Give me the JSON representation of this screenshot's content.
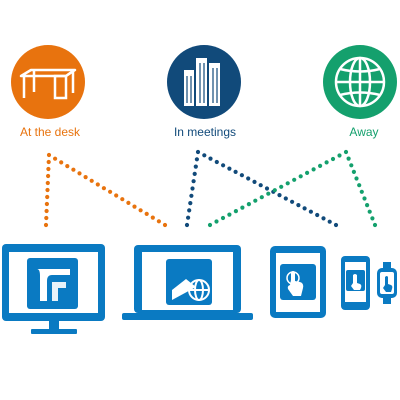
{
  "categories": [
    {
      "label": "At the desk",
      "color": "#e8730e",
      "icon": "desk-icon"
    },
    {
      "label": "In meetings",
      "color": "#114a7a",
      "icon": "office-buildings-icon"
    },
    {
      "label": "Away",
      "color": "#14a06d",
      "icon": "globe-icon"
    }
  ],
  "devices": [
    {
      "type": "desktop-monitor",
      "app_icon": "app-logo-icon"
    },
    {
      "type": "laptop",
      "app_icon": "app-logo-globe-icon"
    },
    {
      "type": "tablet",
      "app_icon": "touch-hand-icon"
    },
    {
      "type": "smartphone",
      "app_icon": "touch-hand-icon"
    },
    {
      "type": "smartwatch",
      "app_icon": "touch-hand-icon"
    }
  ],
  "colors": {
    "device_blue": "#0a7ac2",
    "dots_orange": "#e8730e",
    "dots_navy": "#114a7a",
    "dots_green": "#14a06d"
  }
}
